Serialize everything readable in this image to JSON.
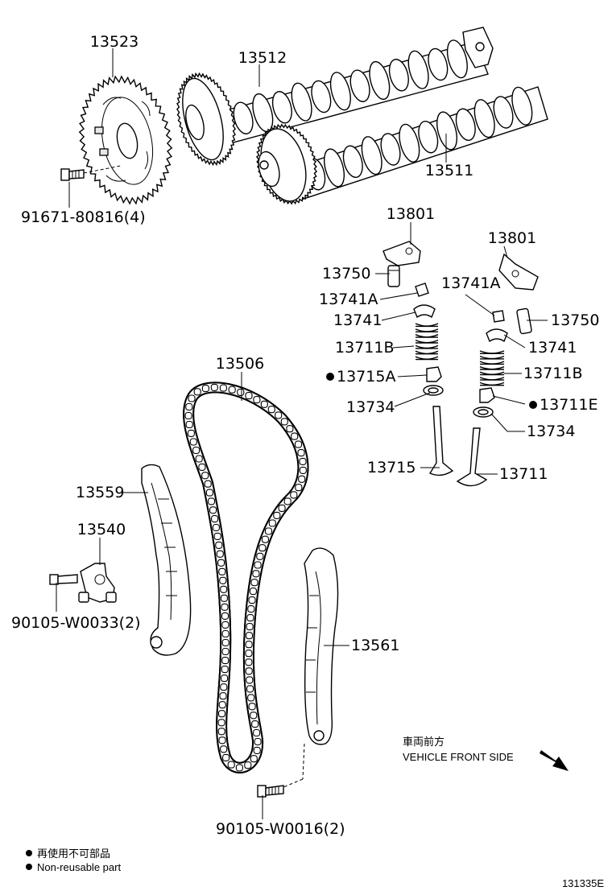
{
  "labels": {
    "p13523": "13523",
    "p13512": "13512",
    "p13511": "13511",
    "p91671": "91671-80816(4)",
    "p13801a": "13801",
    "p13801b": "13801",
    "p13750a": "13750",
    "p13750b": "13750",
    "p13741Aa": "13741A",
    "p13741Ab": "13741A",
    "p13741a": "13741",
    "p13741b": "13741",
    "p13711Ba": "13711B",
    "p13711Bb": "13711B",
    "p13715A": "13715A",
    "p13711E": "13711E",
    "p13734a": "13734",
    "p13734b": "13734",
    "p13715": "13715",
    "p13711": "13711",
    "p13506": "13506",
    "p13559": "13559",
    "p13540": "13540",
    "p90105a": "90105-W0033(2)",
    "p13561": "13561",
    "p90105b": "90105-W0016(2)"
  },
  "direction": {
    "japanese": "車両前方",
    "english": "VEHICLE FRONT SIDE"
  },
  "legend": {
    "japanese": "再使用不可部品",
    "english": "Non-reusable part"
  },
  "figure_id": "131335E"
}
